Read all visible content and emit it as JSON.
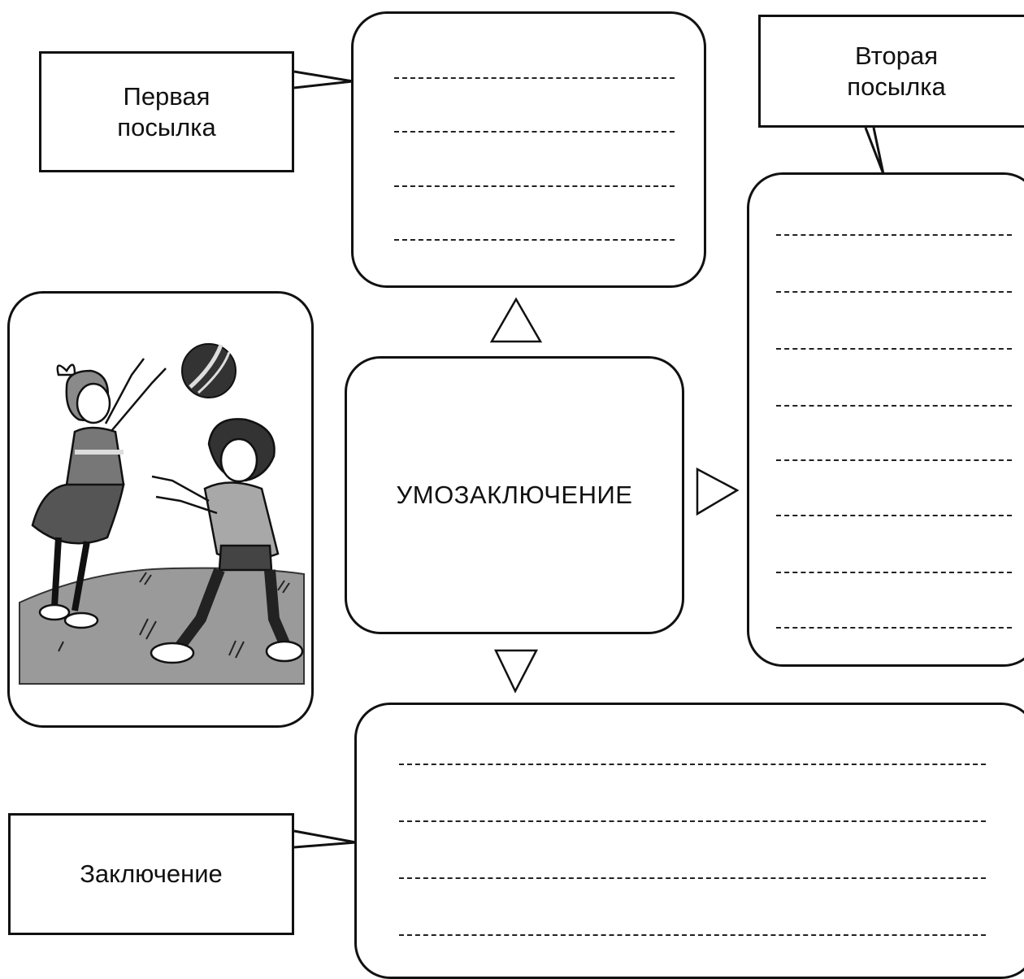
{
  "labels": {
    "first_premise": "Первая\nпосылка",
    "second_premise": "Вторая\nпосылка",
    "inference": "УМОЗАКЛЮЧЕНИЕ",
    "conclusion": "Заключение"
  },
  "colors": {
    "ink": "#111111",
    "ground": "#9a9a9a",
    "paper": "#ffffff"
  },
  "illustration": "two-children-playing-ball"
}
